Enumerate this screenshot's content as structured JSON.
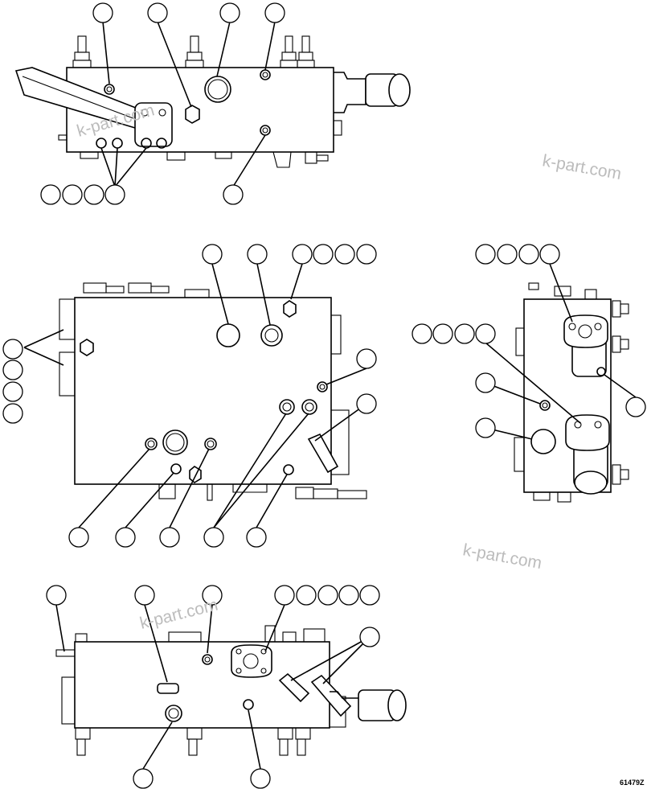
{
  "watermarks": [
    "k-part.com",
    "k-part.com",
    "k-part.com",
    "k-part.com"
  ],
  "figure_code": "61479Z",
  "views": [
    "top-view",
    "front-view",
    "side-view",
    "bottom-view"
  ]
}
